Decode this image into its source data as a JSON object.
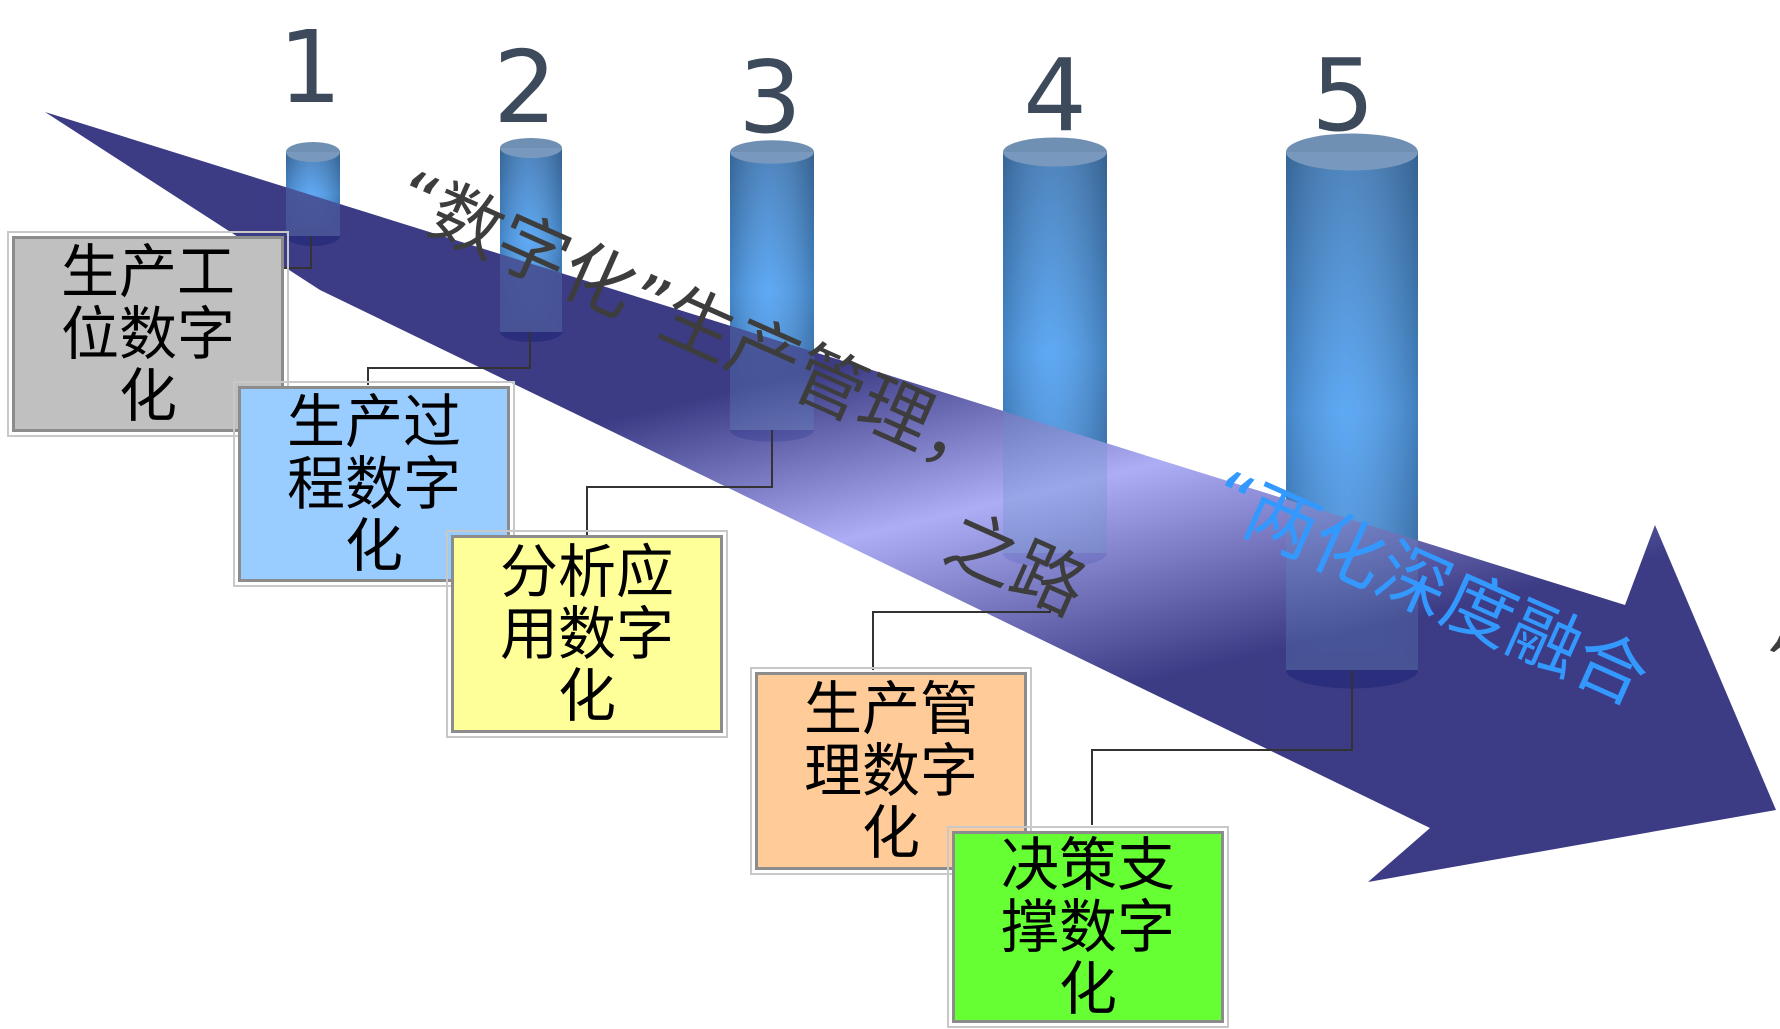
{
  "steps": [
    {
      "number": "1",
      "label": "生产工位数字化",
      "color": "#c0c0c0"
    },
    {
      "number": "2",
      "label": "生产过程数字化",
      "color": "#99ccff"
    },
    {
      "number": "3",
      "label": "分析应用数字化",
      "color": "#ffff99"
    },
    {
      "number": "4",
      "label": "生产管理数字化",
      "color": "#ffcc99"
    },
    {
      "number": "5",
      "label": "决策支撑数字化",
      "color": "#66ff33"
    }
  ],
  "arrow_text": {
    "part1": "“数字化”生产管理，",
    "part2": "之路",
    "part3": "“两化深度融合",
    "part4": "”"
  },
  "colors": {
    "arrow_dark": "#2b2a7a",
    "arrow_light": "#a6a6f5",
    "column_blue": "#3399ff",
    "column_top": "#5f86b0",
    "number_color": "#3d4a5c",
    "blue_text": "#3399ff"
  }
}
